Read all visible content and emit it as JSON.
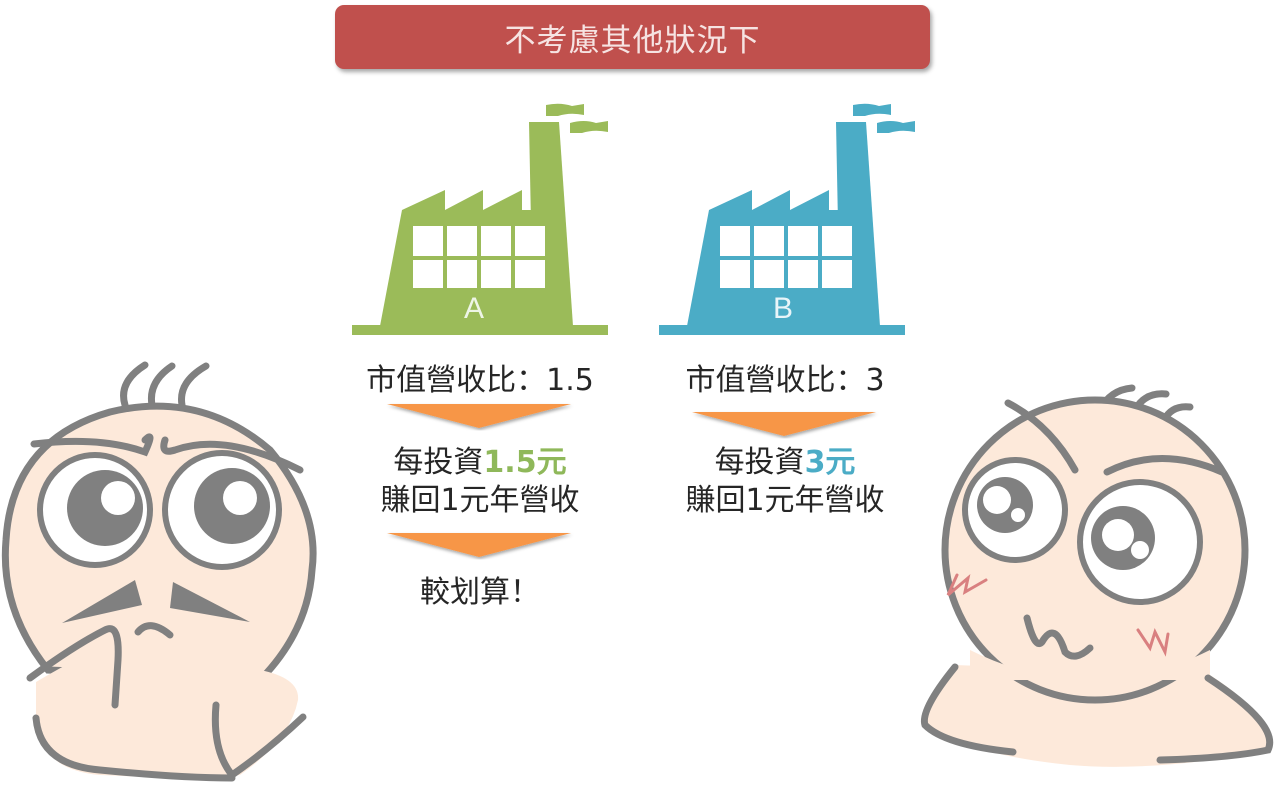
{
  "banner": {
    "title": "不考慮其他狀況下",
    "color": "#c0504d"
  },
  "factories": [
    {
      "id": "A",
      "label": "A",
      "color": "#9bbb59",
      "ratio_text": "市值營收比：1.5",
      "invest_prefix": "每投資",
      "invest_amount": "1.5元",
      "invest_suffix": "賺回1元年營收",
      "conclusion": "較划算！"
    },
    {
      "id": "B",
      "label": "B",
      "color": "#4bacc6",
      "ratio_text": "市值營收比：3",
      "invest_prefix": "每投資",
      "invest_amount": "3元",
      "invest_suffix": "賺回1元年營收"
    }
  ],
  "arrow_color": "#f79646",
  "characters": {
    "left": {
      "expression": "thinking-frown"
    },
    "right": {
      "expression": "confused-blush"
    }
  }
}
